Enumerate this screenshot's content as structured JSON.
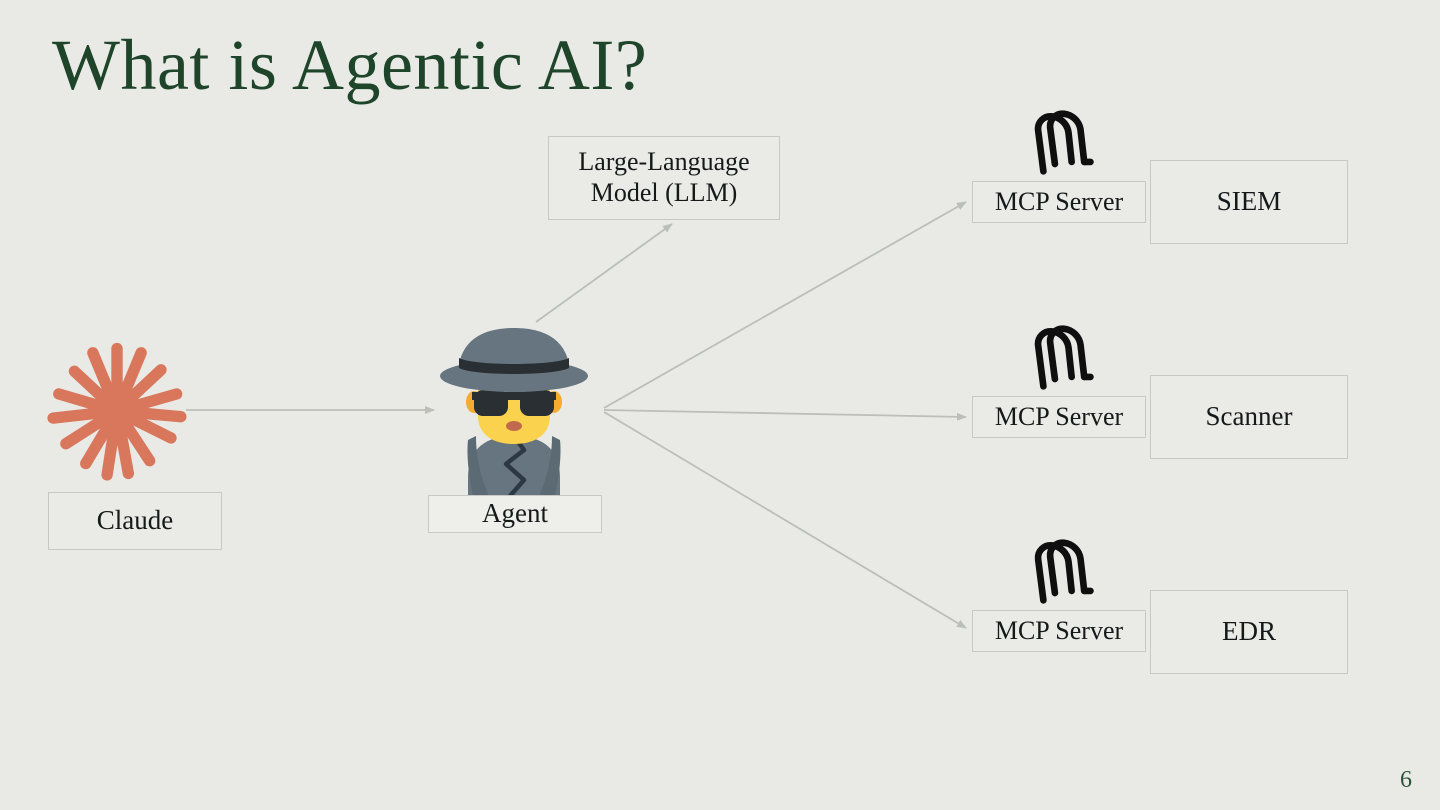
{
  "slide": {
    "title": "What is Agentic AI?",
    "page_number": "6",
    "background_color": "#e9eae6",
    "title_color": "#1e4429",
    "box_border_color": "#c7c9c4",
    "arrow_color": "#bcbeb8",
    "claude_logo_color": "#d9775c"
  },
  "nodes": {
    "claude": {
      "label": "Claude",
      "icon": "claude-starburst-logo"
    },
    "agent": {
      "label": "Agent",
      "icon": "detective-emoji"
    },
    "llm": {
      "label_line1": "Large-Language",
      "label_line2": "Model (LLM)"
    },
    "mcp_servers": [
      {
        "label": "MCP Server",
        "icon": "mcp-logo",
        "tool": "SIEM"
      },
      {
        "label": "MCP Server",
        "icon": "mcp-logo",
        "tool": "Scanner"
      },
      {
        "label": "MCP Server",
        "icon": "mcp-logo",
        "tool": "EDR"
      }
    ]
  },
  "connections": [
    {
      "from": "claude",
      "to": "agent"
    },
    {
      "from": "agent",
      "to": "llm"
    },
    {
      "from": "agent",
      "to": "mcp-server-siem"
    },
    {
      "from": "agent",
      "to": "mcp-server-scanner"
    },
    {
      "from": "agent",
      "to": "mcp-server-edr"
    }
  ]
}
